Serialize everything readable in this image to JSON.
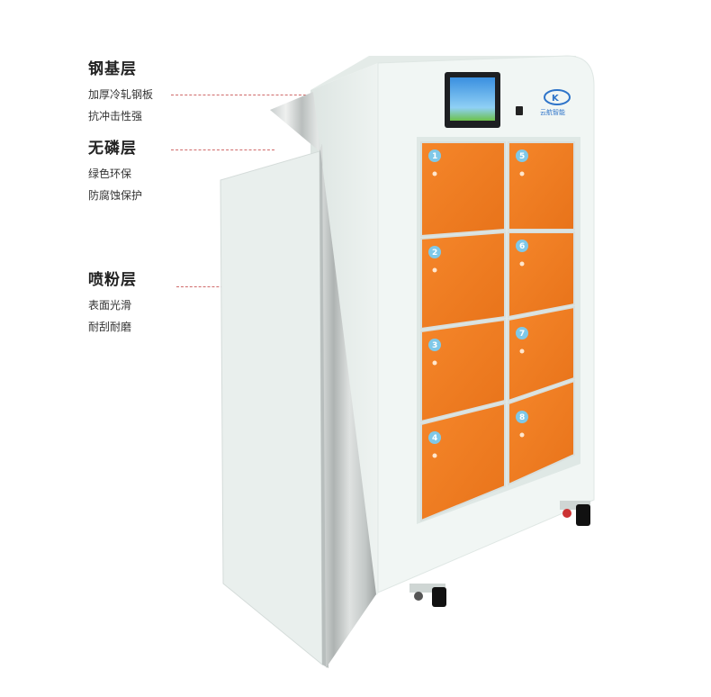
{
  "layers": [
    {
      "title": "钢基层",
      "lines": [
        "加厚冷轧钢板",
        "抗冲击性强"
      ]
    },
    {
      "title": "无磷层",
      "lines": [
        "绿色环保",
        "防腐蚀保护"
      ]
    },
    {
      "title": "喷粉层",
      "lines": [
        "表面光滑",
        "耐刮耐磨"
      ]
    }
  ],
  "brand": {
    "logo_text": "云航智能"
  },
  "doors": [
    "1",
    "2",
    "3",
    "4",
    "5",
    "6",
    "7",
    "8"
  ],
  "colors": {
    "door": "#f27d1f",
    "body": "#eef4f2",
    "accent": "#2e74c9",
    "leader": "#d06a6a"
  }
}
